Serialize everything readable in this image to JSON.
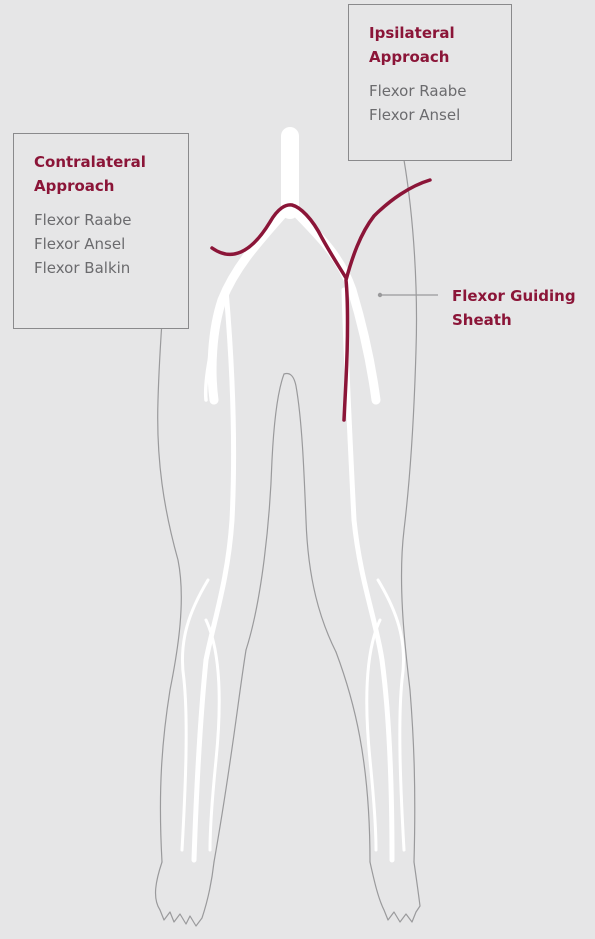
{
  "colors": {
    "background": "#e6e6e7",
    "accent": "#8b1538",
    "text": "#6b6b6e",
    "outline": "#9a9a9c",
    "vessels": "#ffffff"
  },
  "contralateral": {
    "title": "Contralateral\nApproach",
    "items": [
      "Flexor Raabe",
      "Flexor Ansel",
      "Flexor Balkin"
    ]
  },
  "ipsilateral": {
    "title": "Ipsilateral\nApproach",
    "items": [
      "Flexor Raabe",
      "Flexor Ansel"
    ]
  },
  "callout": {
    "label": "Flexor Guiding\nSheath"
  }
}
